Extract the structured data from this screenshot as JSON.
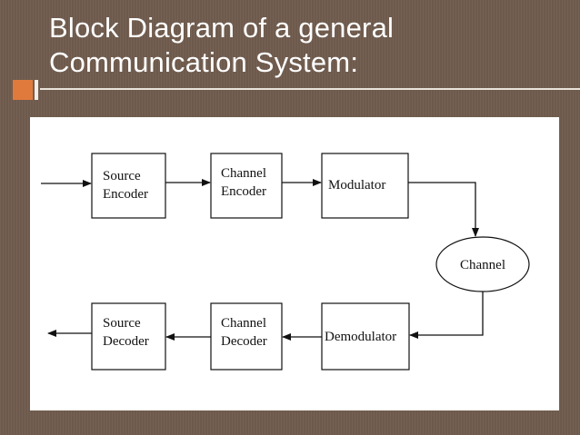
{
  "slide": {
    "title": "Block Diagram of a general Communication System:"
  },
  "diagram": {
    "blocks": {
      "source_encoder": [
        "Source",
        "Encoder"
      ],
      "channel_encoder": [
        "Channel",
        "Encoder"
      ],
      "modulator": [
        "Modulator"
      ],
      "channel": [
        "Channel"
      ],
      "demodulator": [
        "Demodulator"
      ],
      "channel_decoder": [
        "Channel",
        "Decoder"
      ],
      "source_decoder": [
        "Source",
        "Decoder"
      ]
    }
  },
  "colors": {
    "background": "#6e5a4c",
    "accent": "#e07a3c",
    "title_text": "#ffffff",
    "diagram_bg": "#ffffff",
    "diagram_ink": "#111111"
  }
}
